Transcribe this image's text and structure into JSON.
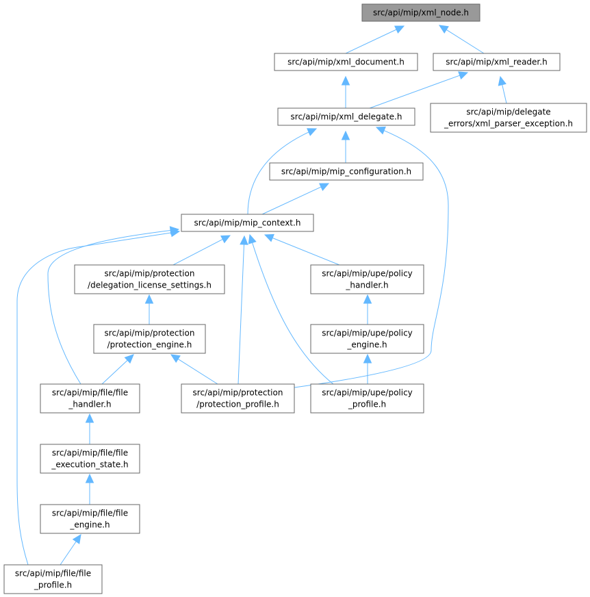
{
  "diagram": {
    "type": "include-dependency-graph",
    "nodes": [
      {
        "id": "xml_node",
        "lines": [
          "src/api/mip/xml_node.h"
        ],
        "highlighted": true
      },
      {
        "id": "xml_document",
        "lines": [
          "src/api/mip/xml_document.h"
        ]
      },
      {
        "id": "xml_reader",
        "lines": [
          "src/api/mip/xml_reader.h"
        ]
      },
      {
        "id": "xml_delegate",
        "lines": [
          "src/api/mip/xml_delegate.h"
        ]
      },
      {
        "id": "xml_parser_exception",
        "lines": [
          "src/api/mip/delegate",
          "_errors/xml_parser_exception.h"
        ]
      },
      {
        "id": "mip_configuration",
        "lines": [
          "src/api/mip/mip_configuration.h"
        ]
      },
      {
        "id": "mip_context",
        "lines": [
          "src/api/mip/mip_context.h"
        ]
      },
      {
        "id": "delegation_license_settings",
        "lines": [
          "src/api/mip/protection",
          "/delegation_license_settings.h"
        ]
      },
      {
        "id": "policy_handler",
        "lines": [
          "src/api/mip/upe/policy",
          "_handler.h"
        ]
      },
      {
        "id": "protection_engine",
        "lines": [
          "src/api/mip/protection",
          "/protection_engine.h"
        ]
      },
      {
        "id": "policy_engine",
        "lines": [
          "src/api/mip/upe/policy",
          "_engine.h"
        ]
      },
      {
        "id": "file_handler",
        "lines": [
          "src/api/mip/file/file",
          "_handler.h"
        ]
      },
      {
        "id": "protection_profile",
        "lines": [
          "src/api/mip/protection",
          "/protection_profile.h"
        ]
      },
      {
        "id": "policy_profile",
        "lines": [
          "src/api/mip/upe/policy",
          "_profile.h"
        ]
      },
      {
        "id": "file_execution_state",
        "lines": [
          "src/api/mip/file/file",
          "_execution_state.h"
        ]
      },
      {
        "id": "file_engine",
        "lines": [
          "src/api/mip/file/file",
          "_engine.h"
        ]
      },
      {
        "id": "file_profile",
        "lines": [
          "src/api/mip/file/file",
          "_profile.h"
        ]
      }
    ],
    "edges": [
      {
        "from": "xml_document",
        "to": "xml_node"
      },
      {
        "from": "xml_reader",
        "to": "xml_node"
      },
      {
        "from": "xml_delegate",
        "to": "xml_document"
      },
      {
        "from": "xml_delegate",
        "to": "xml_reader"
      },
      {
        "from": "xml_parser_exception",
        "to": "xml_reader"
      },
      {
        "from": "mip_configuration",
        "to": "xml_delegate"
      },
      {
        "from": "mip_context",
        "to": "xml_delegate"
      },
      {
        "from": "protection_profile",
        "to": "xml_delegate"
      },
      {
        "from": "mip_context",
        "to": "mip_configuration"
      },
      {
        "from": "delegation_license_settings",
        "to": "mip_context"
      },
      {
        "from": "policy_handler",
        "to": "mip_context"
      },
      {
        "from": "file_handler",
        "to": "mip_context"
      },
      {
        "from": "protection_profile",
        "to": "mip_context"
      },
      {
        "from": "policy_profile",
        "to": "mip_context"
      },
      {
        "from": "file_profile",
        "to": "mip_context"
      },
      {
        "from": "protection_engine",
        "to": "delegation_license_settings"
      },
      {
        "from": "policy_engine",
        "to": "policy_handler"
      },
      {
        "from": "file_handler",
        "to": "protection_engine"
      },
      {
        "from": "protection_profile",
        "to": "protection_engine"
      },
      {
        "from": "policy_profile",
        "to": "policy_engine"
      },
      {
        "from": "file_execution_state",
        "to": "file_handler"
      },
      {
        "from": "file_engine",
        "to": "file_execution_state"
      },
      {
        "from": "file_profile",
        "to": "file_engine"
      }
    ]
  },
  "colors": {
    "edge": "#63b8ff",
    "node_border": "#666666",
    "node_fill": "#ffffff",
    "highlight_fill": "#999999",
    "text": "#000000"
  }
}
